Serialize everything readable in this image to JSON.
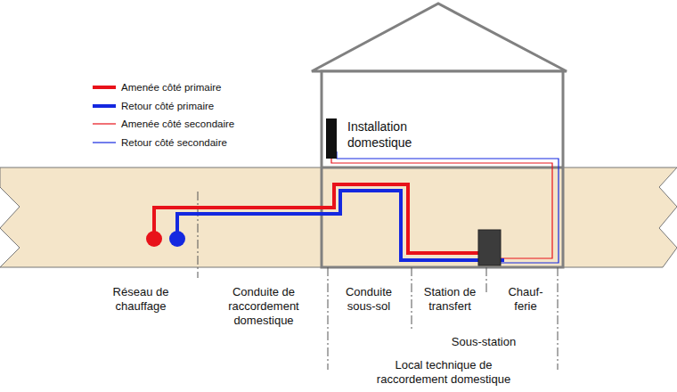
{
  "diagram": {
    "nodes": [
      {
        "text": [
          "Installation domestique"
        ]
      }
    ],
    "labels": [
      "Réseau de chauffage",
      "Conduite de raccordement domestique",
      "Conduite sous-sol",
      "Station de transfert",
      "Chauf- ferie",
      "Sous-station",
      "Local technique de raccordement domestique"
    ],
    "legend": [
      {
        "text": "Amenée côté primaire"
      },
      {
        "text": "Retour côté primaire"
      },
      {
        "text": "Amenée côté secondaire"
      },
      {
        "text": "Retour côté secondaire"
      }
    ]
  }
}
